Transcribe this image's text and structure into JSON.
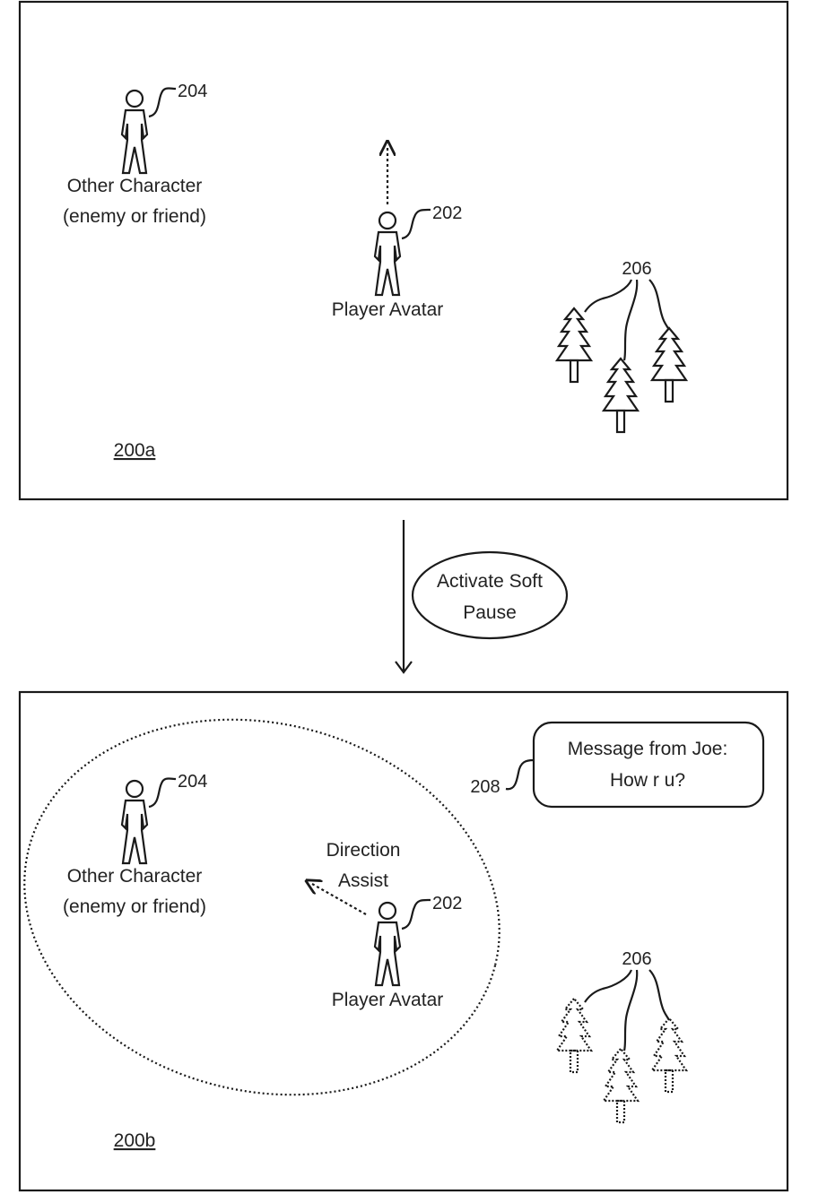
{
  "panel_a": {
    "label": "200a",
    "other_character": {
      "ref": "204",
      "line1": "Other Character",
      "line2": "(enemy or friend)"
    },
    "player_avatar": {
      "ref": "202",
      "label": "Player Avatar"
    },
    "trees": {
      "ref": "206"
    }
  },
  "transition": {
    "line1": "Activate Soft",
    "line2": "Pause"
  },
  "panel_b": {
    "label": "200b",
    "other_character": {
      "ref": "204",
      "line1": "Other Character",
      "line2": "(enemy or friend)"
    },
    "player_avatar": {
      "ref": "202",
      "label": "Player Avatar"
    },
    "direction_assist": {
      "line1": "Direction",
      "line2": "Assist"
    },
    "trees": {
      "ref": "206"
    },
    "message": {
      "ref": "208",
      "line1": "Message from Joe:",
      "line2": "How r u?"
    }
  }
}
